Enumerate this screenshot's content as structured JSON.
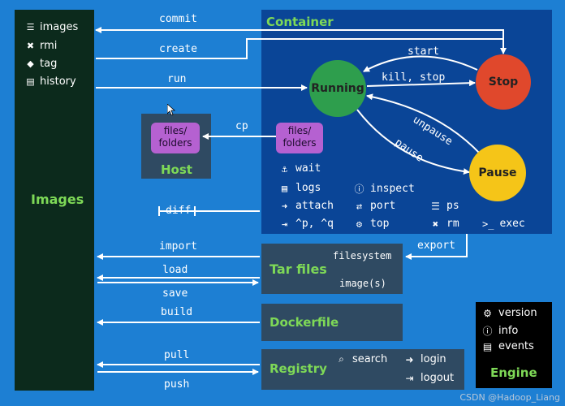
{
  "colors": {
    "background": "#1d7fd3",
    "images_panel": "#0c2a1c",
    "container_box": "#0a4597",
    "gray_box": "#2f4a62",
    "title_green": "#7ed957",
    "running": "#2e9e4d",
    "stop": "#e0482c",
    "pause": "#f5c518",
    "file_chip": "#b561d1"
  },
  "images_panel": {
    "items": [
      {
        "icon": "list-icon",
        "label": "images"
      },
      {
        "icon": "x-icon",
        "label": "rmi"
      },
      {
        "icon": "tag-icon",
        "label": "tag"
      },
      {
        "icon": "document-icon",
        "label": "history"
      }
    ],
    "title": "Images"
  },
  "container": {
    "title": "Container",
    "states": {
      "running": "Running",
      "stop": "Stop",
      "pause": "Pause"
    },
    "transitions": {
      "start": "start",
      "kill_stop": "kill, stop",
      "unpause": "unpause",
      "pause": "pause"
    },
    "files_chip": "files/\nfolders",
    "commands": [
      {
        "icon": "anchor-icon",
        "label": "wait"
      },
      {
        "icon": "document-icon",
        "label": "logs"
      },
      {
        "icon": "info-icon",
        "label": "inspect"
      },
      {
        "icon": "attach-icon",
        "label": "attach"
      },
      {
        "icon": "port-icon",
        "label": "port"
      },
      {
        "icon": "list-icon",
        "label": "ps"
      },
      {
        "icon": "detach-icon",
        "label": "^p, ^q"
      },
      {
        "icon": "gears-icon",
        "label": "top"
      },
      {
        "icon": "x-icon",
        "label": "rm"
      },
      {
        "icon": "terminal-icon",
        "label": "exec"
      }
    ]
  },
  "host": {
    "title": "Host",
    "files_chip": "files/\nfolders"
  },
  "arrows": {
    "commit": "commit",
    "create": "create",
    "run": "run",
    "cp": "cp",
    "diff": "diff",
    "import": "import",
    "export": "export",
    "load": "load",
    "save": "save",
    "build": "build",
    "pull": "pull",
    "push": "push"
  },
  "tar_files": {
    "title": "Tar files",
    "filesystem": "filesystem",
    "images": "image(s)"
  },
  "dockerfile": {
    "title": "Dockerfile"
  },
  "registry": {
    "title": "Registry",
    "commands": [
      {
        "icon": "search-icon",
        "label": "search"
      },
      {
        "icon": "login-icon",
        "label": "login"
      },
      {
        "icon": "logout-icon",
        "label": "logout"
      }
    ]
  },
  "engine": {
    "title": "Engine",
    "items": [
      {
        "icon": "gear-icon",
        "label": "version"
      },
      {
        "icon": "info-icon",
        "label": "info"
      },
      {
        "icon": "document-icon",
        "label": "events"
      }
    ]
  },
  "watermark": "CSDN @Hadoop_Liang"
}
